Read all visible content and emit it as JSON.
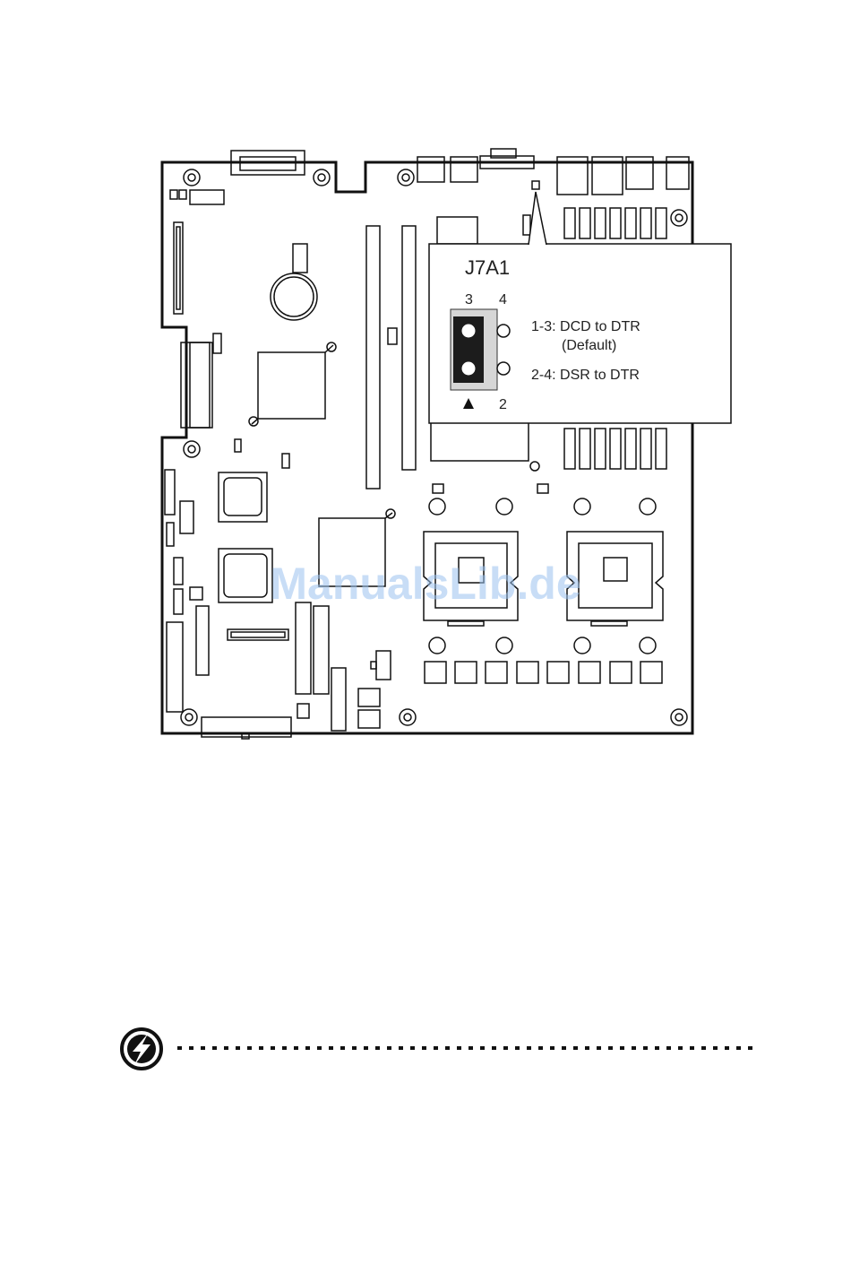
{
  "callout": {
    "title": "J7A1",
    "pin_top_left": "3",
    "pin_top_right": "4",
    "pin_bottom_right": "2",
    "setting_1": "1-3: DCD to DTR",
    "setting_1_note": "(Default)",
    "setting_2": "2-4: DSR to DTR"
  },
  "watermark": "ManualsLib.de",
  "warning": {
    "icon": "lightning-warning-icon"
  }
}
